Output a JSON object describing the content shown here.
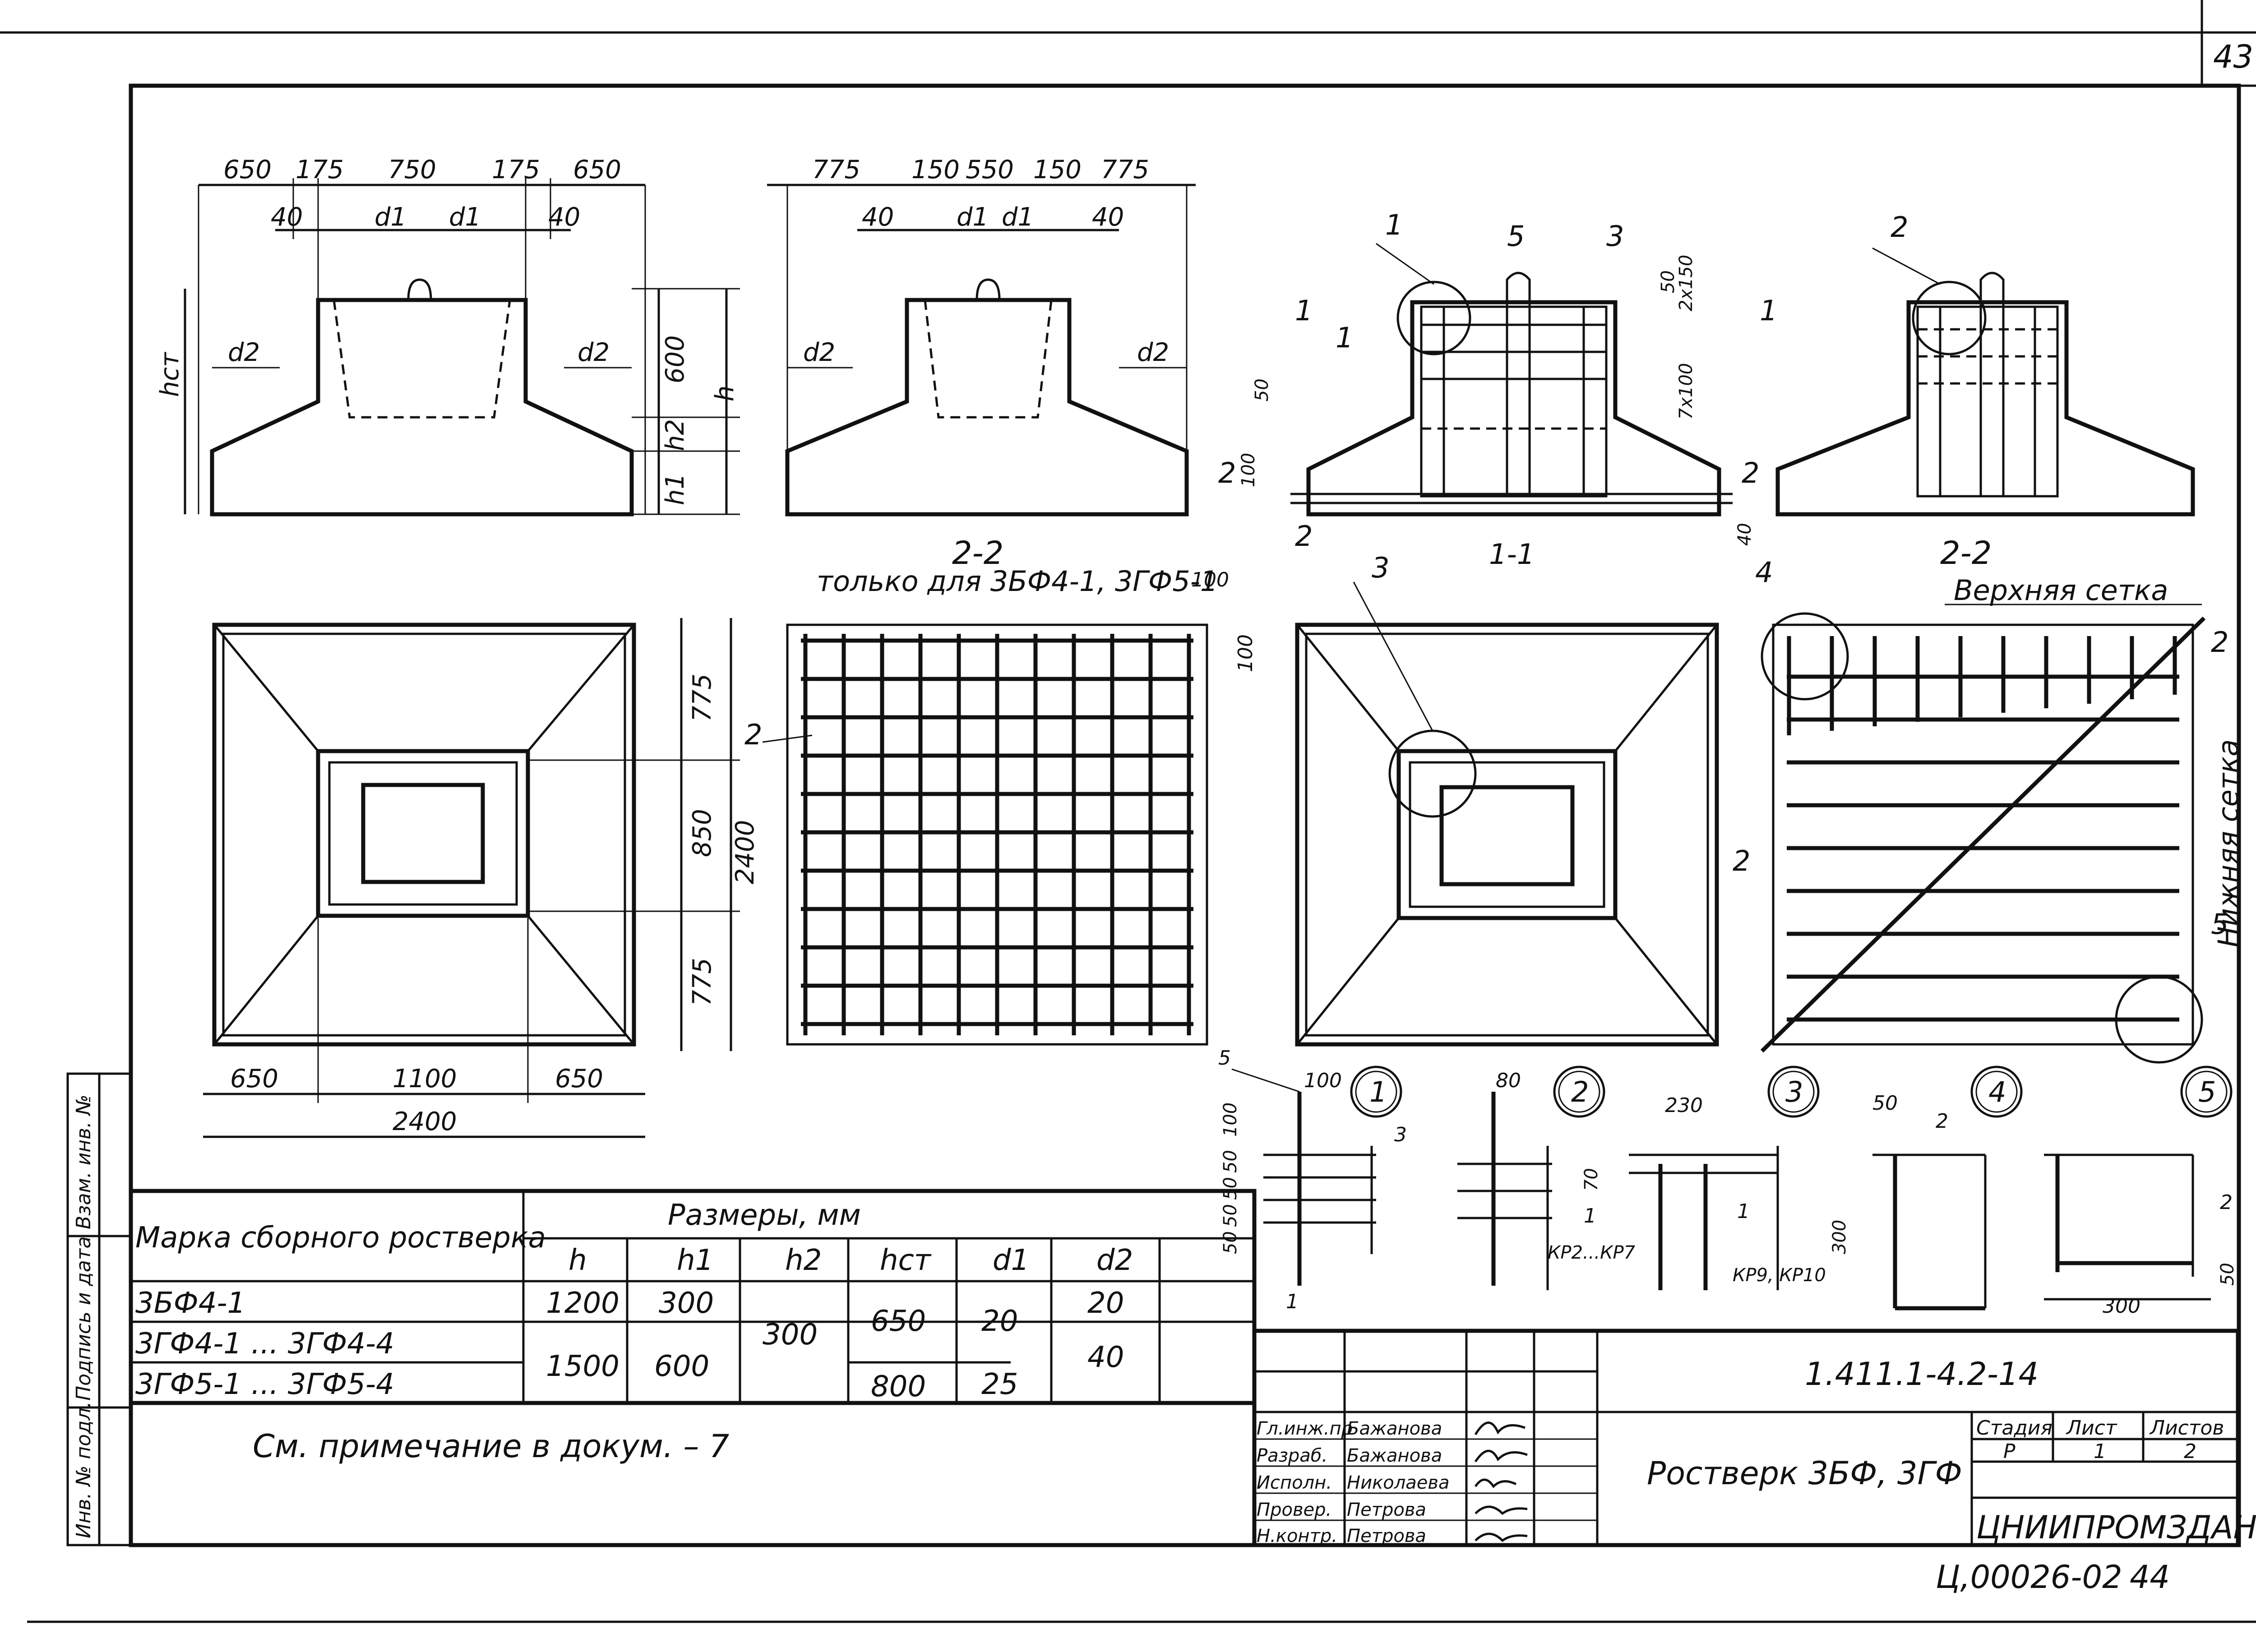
{
  "sheet_number": "43",
  "footer": {
    "code": "Ц,00026-02",
    "page": "44"
  },
  "left_stamp": [
    "Инв. № подл.",
    "Подпись и дата",
    "Взам. инв. №"
  ],
  "views": {
    "elev1": {
      "dims_top": [
        "650",
        "175",
        "750",
        "175",
        "650"
      ],
      "d1": "d1",
      "d2": "d2",
      "forty": "40",
      "h_ct": "hст",
      "h": "h",
      "h1": "h1",
      "h2": "h2",
      "d600": "600"
    },
    "elev2": {
      "dims_top": [
        "775",
        "150",
        "550",
        "150",
        "775"
      ],
      "d1": "d1",
      "d2": "d2",
      "forty": "40"
    },
    "sec11": {
      "title": "1-1",
      "markers": [
        "1",
        "5",
        "3",
        "1",
        "2",
        "1",
        "1",
        "2",
        "2"
      ],
      "dims": [
        "50",
        "2х150",
        "100",
        "50",
        "7х100",
        "40",
        "100"
      ]
    },
    "sec22top": {
      "title": "2-2",
      "marker": "2"
    },
    "plan1": {
      "dims_v": [
        "775",
        "850",
        "775"
      ],
      "total_v": "2400",
      "dims_h": [
        "650",
        "1100",
        "650"
      ],
      "total_h": "2400"
    },
    "plan2": {
      "title": "2-2",
      "subtitle": "только для 3БФ4-1, 3ГФ5-1",
      "d100a": "100",
      "d100b": "100",
      "marker": "2"
    },
    "plan3": {
      "marker": "3"
    },
    "plan4": {
      "title": "2-2",
      "upper": "Верхняя сетка",
      "lower": "Нижняя сетка",
      "markers": [
        "4",
        "2",
        "2",
        "5"
      ]
    }
  },
  "details": [
    {
      "num": "1",
      "marker_top": "5",
      "marker_side": "3",
      "marker_bottom": "1",
      "dims": [
        "100",
        "100",
        "50",
        "50",
        "50",
        "50"
      ]
    },
    {
      "num": "2",
      "dims": [
        "80"
      ]
    },
    {
      "num": "3",
      "dims": [
        "230",
        "70"
      ],
      "notes": [
        "1",
        "КР2...КР7",
        "1",
        "КР9, КР10"
      ]
    },
    {
      "num": "4",
      "dims": [
        "50",
        "300"
      ],
      "marker": "2"
    },
    {
      "num": "5",
      "dims": [
        "300",
        "50"
      ],
      "marker": "2"
    }
  ],
  "table": {
    "header_mark": "Марка сборного ростверка",
    "header_sizes": "Размеры, мм",
    "cols": [
      "h",
      "h1",
      "h2",
      "hст",
      "d1",
      "d2"
    ],
    "rows": [
      {
        "mark": "3БФ4-1",
        "h": "1200",
        "h1": "300",
        "hct": "",
        "d1": "",
        "d2": "20"
      },
      {
        "mark": "3ГФ4-1 ... 3ГФ4-4",
        "h": "1500",
        "h1": "600",
        "h2": "300",
        "hct": "650",
        "d1": "20",
        "d2": "40"
      },
      {
        "mark": "3ГФ5-1 ... 3ГФ5-4",
        "hct": "800",
        "d1": "25"
      }
    ],
    "note": "См. примечание   в докум. – 7"
  },
  "titleblock": {
    "doc": "1.411.1-4.2-14",
    "title": "Ростверк 3БФ, 3ГФ",
    "org": "ЦНИИПРОМЗДАНИЙ",
    "stage_label": "Стадия",
    "sheet_label": "Лист",
    "sheets_label": "Листов",
    "stage": "Р",
    "sheet": "1",
    "sheets": "2",
    "roles": [
      "Гл.инж.пр",
      "Разраб.",
      "Исполн.",
      "Провер.",
      "Н.контр."
    ],
    "names": [
      "Бажанова",
      "Бажанова",
      "Николаева",
      "Петрова",
      "Петрова"
    ]
  }
}
